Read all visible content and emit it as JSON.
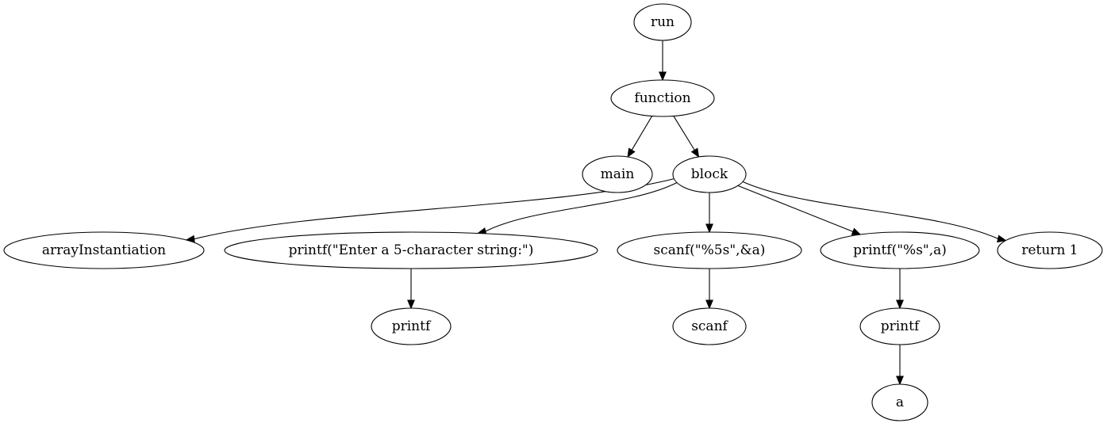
{
  "diagram": {
    "type": "tree",
    "nodes": [
      {
        "id": "run",
        "label": "run"
      },
      {
        "id": "function",
        "label": "function"
      },
      {
        "id": "main",
        "label": "main"
      },
      {
        "id": "block",
        "label": "block"
      },
      {
        "id": "arrayInstantiation",
        "label": "arrayInstantiation"
      },
      {
        "id": "printf_enter",
        "label": "printf(\"Enter a 5-character string:\")"
      },
      {
        "id": "scanf_call",
        "label": "scanf(\"%5s\",&a)"
      },
      {
        "id": "printf_s",
        "label": "printf(\"%s\",a)"
      },
      {
        "id": "return1",
        "label": "return 1"
      },
      {
        "id": "printf_leaf1",
        "label": "printf"
      },
      {
        "id": "scanf_leaf",
        "label": "scanf"
      },
      {
        "id": "printf_leaf2",
        "label": "printf"
      },
      {
        "id": "a_leaf",
        "label": "a"
      }
    ],
    "edges": [
      {
        "from": "run",
        "to": "function"
      },
      {
        "from": "function",
        "to": "main"
      },
      {
        "from": "function",
        "to": "block"
      },
      {
        "from": "block",
        "to": "arrayInstantiation"
      },
      {
        "from": "block",
        "to": "printf_enter"
      },
      {
        "from": "block",
        "to": "scanf_call"
      },
      {
        "from": "block",
        "to": "printf_s"
      },
      {
        "from": "block",
        "to": "return1"
      },
      {
        "from": "printf_enter",
        "to": "printf_leaf1"
      },
      {
        "from": "scanf_call",
        "to": "scanf_leaf"
      },
      {
        "from": "printf_s",
        "to": "printf_leaf2"
      },
      {
        "from": "printf_leaf2",
        "to": "a_leaf"
      }
    ]
  }
}
